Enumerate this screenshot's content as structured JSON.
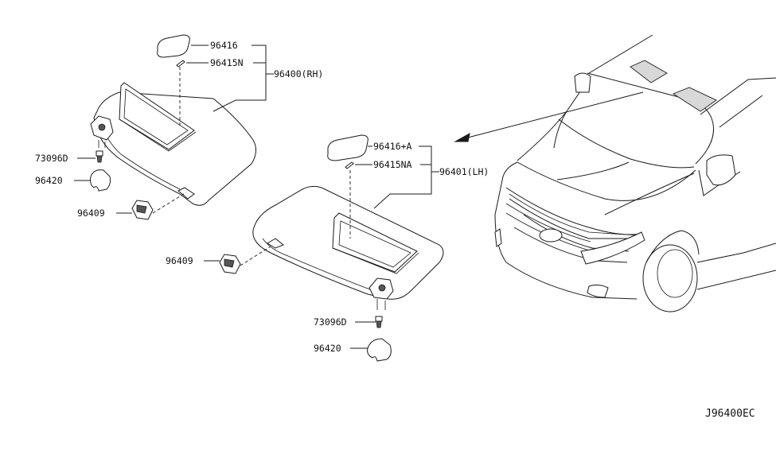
{
  "labels": {
    "rh_glass": "96416",
    "rh_pin": "96415N",
    "rh_assembly": "96400(RH)",
    "rh_screw": "73096D",
    "rh_cover": "96420",
    "rh_holder": "96409",
    "lh_glass": "96416+A",
    "lh_pin": "96415NA",
    "lh_assembly": "96401(LH)",
    "lh_holder": "96409",
    "lh_screw": "73096D",
    "lh_cover": "96420",
    "diagram_code": "J96400EC"
  }
}
